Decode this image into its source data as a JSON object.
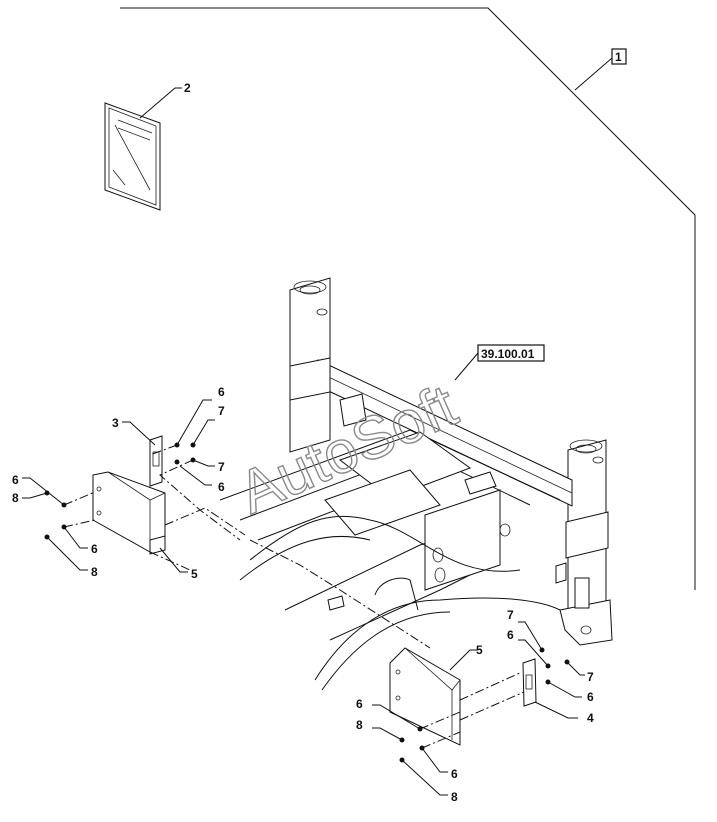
{
  "watermark": "AutoSoft",
  "reference_box": "1",
  "section_ref": "39.100.01",
  "callouts": {
    "c2": "2",
    "c3": "3",
    "c6a": "6",
    "c7a": "7",
    "c7b": "7",
    "c6b": "6",
    "c6c": "6",
    "c8a": "8",
    "c6d": "6",
    "c8b": "8",
    "c5a": "5",
    "c5b": "5",
    "c7c": "7",
    "c6e": "6",
    "c7d": "7",
    "c6f": "6",
    "c4": "4",
    "c6g": "6",
    "c8c": "8",
    "c6h": "6",
    "c8d": "8"
  },
  "colors": {
    "line": "#111111",
    "watermark": "#8a8a8a",
    "background": "#ffffff"
  }
}
